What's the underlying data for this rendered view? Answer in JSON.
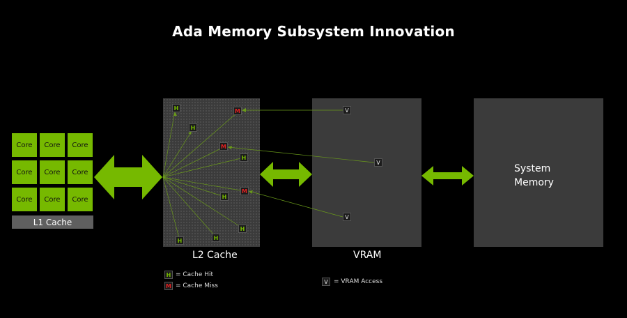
{
  "title": "Ada Memory Subsystem Innovation",
  "cores": [
    "Core",
    "Core",
    "Core",
    "Core",
    "Core",
    "Core",
    "Core",
    "Core",
    "Core"
  ],
  "l1_cache_label": "L1 Cache",
  "l2_cache_label": "L2 Cache",
  "vram_label": "VRAM",
  "system_memory_label_line1": "System",
  "system_memory_label_line2": "Memory",
  "badges": {
    "hit": "H",
    "miss": "M",
    "vram": "V"
  },
  "legend": {
    "hit_badge": "H",
    "hit_text": "=  Cache Hit",
    "miss_badge": "M",
    "miss_text": "=  Cache Miss",
    "vram_badge": "V",
    "vram_text": "= VRAM Access"
  },
  "colors": {
    "accent_green": "#76b900",
    "miss_red": "#e02020",
    "block_gray": "#3b3b3b"
  }
}
